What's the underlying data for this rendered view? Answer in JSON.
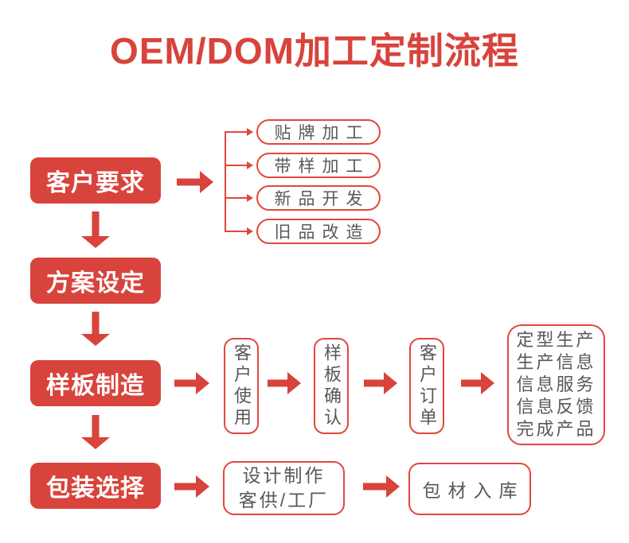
{
  "title": "OEM/DOM加工定制流程",
  "colors": {
    "accent_red": "#d8433c",
    "outline_red": "#e2473f",
    "text_gray": "#5a5757"
  },
  "main_steps": [
    {
      "label": "客户要求"
    },
    {
      "label": "方案设定"
    },
    {
      "label": "样板制造"
    },
    {
      "label": "包装选择"
    }
  ],
  "requirement_options": [
    {
      "label": "贴牌加工"
    },
    {
      "label": "带样加工"
    },
    {
      "label": "新品开发"
    },
    {
      "label": "旧品改造"
    }
  ],
  "sample_flow": [
    {
      "label": "客户使用"
    },
    {
      "label": "样板确认"
    },
    {
      "label": "客户订单"
    }
  ],
  "production_info": {
    "lines": [
      "定型生产",
      "生产信息",
      "信息服务",
      "信息反馈",
      "完成产品"
    ]
  },
  "packaging_flow": {
    "design_box_lines": [
      "设计制作",
      "客供/工厂"
    ],
    "warehouse_label": "包材入库"
  }
}
